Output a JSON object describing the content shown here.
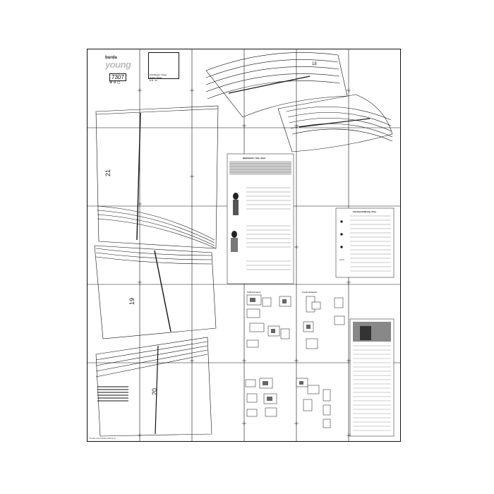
{
  "sheet": {
    "brand_top": "burda",
    "brand_logo": "young",
    "model_number": "7307",
    "model_sub": "⊕ ⊖ ◻",
    "title_lines": [
      "Schnittbogen / Sheet",
      "Modell / Model",
      "B 34 - 46"
    ],
    "footer": "© burda / Aenne Burda GmbH & Co."
  },
  "pieces": {
    "p18": "18",
    "p19": "19",
    "p20": "20",
    "p21": "21"
  },
  "measurement_panel": {
    "title": "Maßtabelle / Size chart"
  },
  "instructions_panel": {
    "title": "Zeichenerklärung / Key"
  },
  "layout_panel": {
    "left_head": "Stoffverbrauch",
    "right_head": "Zuschneideplan"
  },
  "colors": {
    "line": "#111111",
    "fill_grey": "#bdbdbd",
    "fill_dark": "#444444"
  }
}
